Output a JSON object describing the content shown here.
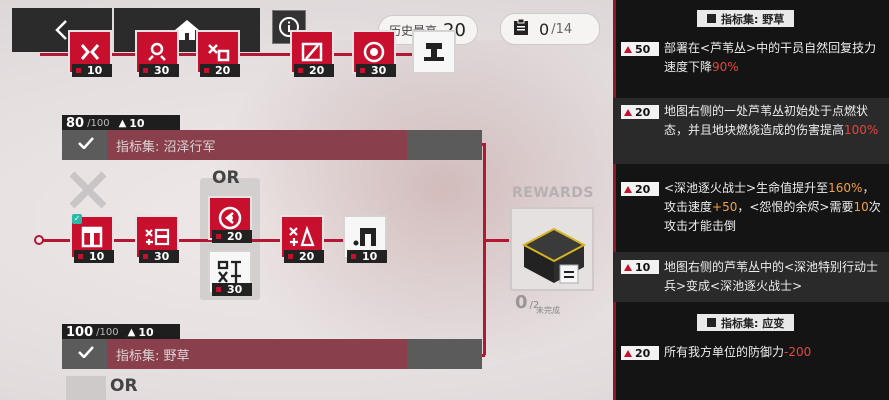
{
  "topbar": {
    "history_label": "历史最高",
    "history_value": "20",
    "tasks_done": "0",
    "tasks_total": "/14"
  },
  "row_top": {
    "costs": [
      "10",
      "30",
      "20",
      "20",
      "30"
    ]
  },
  "section1": {
    "score": "80",
    "score_max": "/100",
    "bonus": "10",
    "title": "指标集: 沼泽行军",
    "or_label": "OR",
    "costs": [
      "10",
      "30",
      "20",
      "30",
      "20",
      "10"
    ]
  },
  "section2": {
    "score": "100",
    "score_max": "/100",
    "bonus": "10",
    "title": "指标集: 野草",
    "or_label": "OR"
  },
  "rewards": {
    "label": "REWARDS",
    "progress_value": "0",
    "progress_total": "/2",
    "progress_status": "未完成"
  },
  "panel": {
    "tag1": "指标集: 野草",
    "tag2": "指标集: 应变",
    "entries": [
      {
        "value": "50",
        "parts": [
          "部署在<芦苇丛>中的干员自然回复技力速度下降",
          "90%",
          ""
        ]
      },
      {
        "value": "20",
        "parts": [
          "地图右侧的一处芦苇丛初始处于点燃状态，并且地块燃烧造成的伤害提高",
          "100%",
          ""
        ]
      },
      {
        "value": "20",
        "text_a": "<深池逐火战士>生命值提升至",
        "val_a": "160%",
        "text_b": "，攻击速度",
        "val_b": "+50",
        "text_c": "，<怨恨的余烬>需要",
        "val_c": "10",
        "text_d": "次攻击才能击倒"
      },
      {
        "value": "10",
        "parts": [
          "地图右侧的芦苇丛中的<深池特别行动士兵>变成<深池逐火战士>",
          "",
          ""
        ]
      },
      {
        "value": "20",
        "parts": [
          "所有我方单位的防御力",
          "-200",
          ""
        ]
      }
    ]
  },
  "colors": {
    "accent_red": "#c8102e",
    "highlight_red": "#e8453b",
    "highlight_orange": "#f1a044",
    "panel_bg": "#141414"
  },
  "icons": [
    "back-arrow-icon",
    "home-icon",
    "info-icon",
    "task-clipboard-icon",
    "checkmark-icon",
    "reward-box-icon"
  ]
}
